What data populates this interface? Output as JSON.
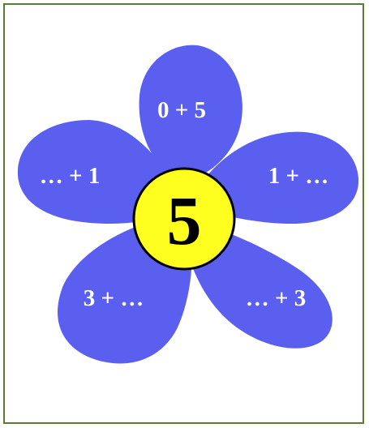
{
  "colors": {
    "petal": "#5a5ff0",
    "center_fill": "#ffff1f",
    "center_stroke": "#000000",
    "frame_border": "#5a7a32",
    "petal_text": "#ffffff"
  },
  "center": {
    "number": "5"
  },
  "petals": {
    "top": "0 + 5",
    "right": "1 + …",
    "bottom_right": "… + 3",
    "bottom_left": "3 + …",
    "left": "… + 1"
  }
}
